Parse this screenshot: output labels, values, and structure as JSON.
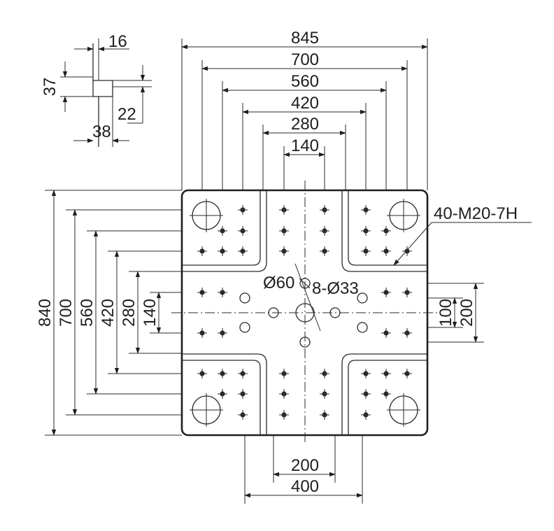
{
  "top_dims": [
    "845",
    "700",
    "560",
    "420",
    "280",
    "140"
  ],
  "left_dims": [
    "840",
    "700",
    "560",
    "420",
    "280",
    "140"
  ],
  "right_dims": [
    "100",
    "200"
  ],
  "bottom_dims": [
    "200",
    "400"
  ],
  "slot_dims": [
    "16",
    "37",
    "22",
    "38"
  ],
  "callouts": {
    "tapped_holes": "40-M20-7H",
    "center_hole": "Ø60",
    "through_holes": "8-Ø33"
  }
}
